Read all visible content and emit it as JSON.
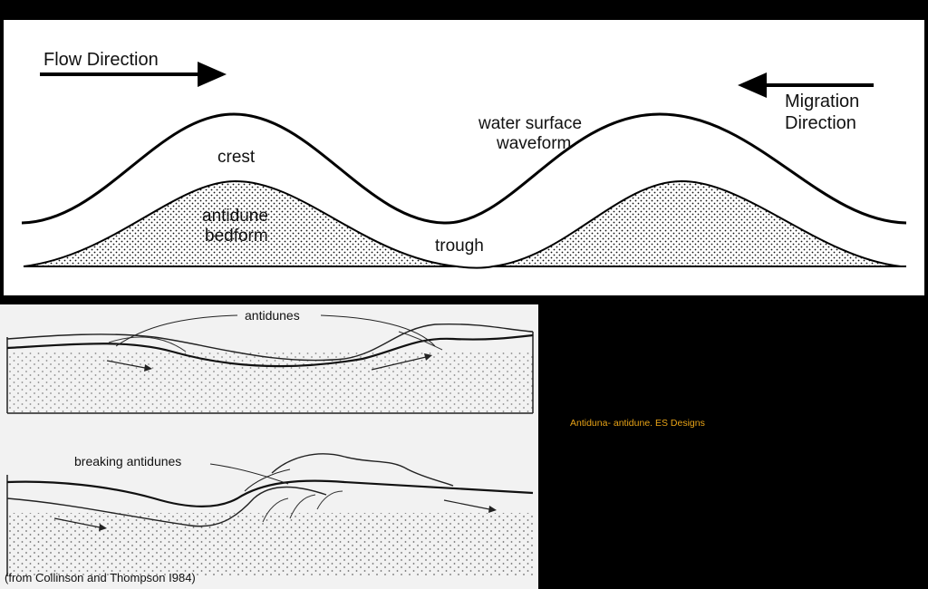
{
  "top_diagram": {
    "flow_direction": "Flow Direction",
    "migration_line1": "Migration",
    "migration_line2": "Direction",
    "water_surface_line1": "water surface",
    "water_surface_line2": "waveform",
    "crest": "crest",
    "antidune_line1": "antidune",
    "antidune_line2": "bedform",
    "trough": "trough"
  },
  "bottom_diagram": {
    "antidunes": "antidunes",
    "breaking_antidunes": "breaking antidunes",
    "source": "(from Collinson and Thompson I984)"
  },
  "caption": "Antiduna- antidune. ES Designs"
}
